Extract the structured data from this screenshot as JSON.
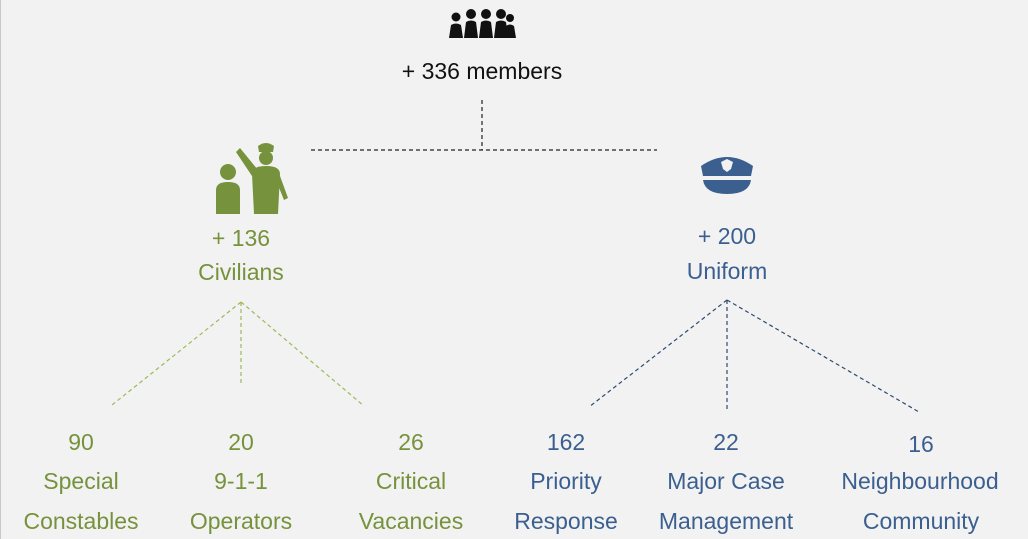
{
  "colors": {
    "civilian": "#76923c",
    "uniform": "#3b5f8f",
    "root": "#111111",
    "background": "#f2f2f2"
  },
  "root": {
    "icon": "group-people-icon",
    "label": "+ 336 members"
  },
  "branches": [
    {
      "icon": "police-officer-with-child-icon",
      "count": "+ 136",
      "label": "Civilians",
      "children": [
        {
          "value": "90",
          "line1": "Special",
          "line2": "Constables"
        },
        {
          "value": "20",
          "line1": "9-1-1",
          "line2": "Operators"
        },
        {
          "value": "26",
          "line1": "Critical",
          "line2": "Vacancies"
        }
      ]
    },
    {
      "icon": "police-cap-icon",
      "count": "+ 200",
      "label": "Uniform",
      "children": [
        {
          "value": "162",
          "line1": "Priority",
          "line2": "Response"
        },
        {
          "value": "22",
          "line1": "Major Case",
          "line2": "Management"
        },
        {
          "value": "16",
          "line1": "Neighbourhood",
          "line2": "Community"
        }
      ]
    }
  ]
}
